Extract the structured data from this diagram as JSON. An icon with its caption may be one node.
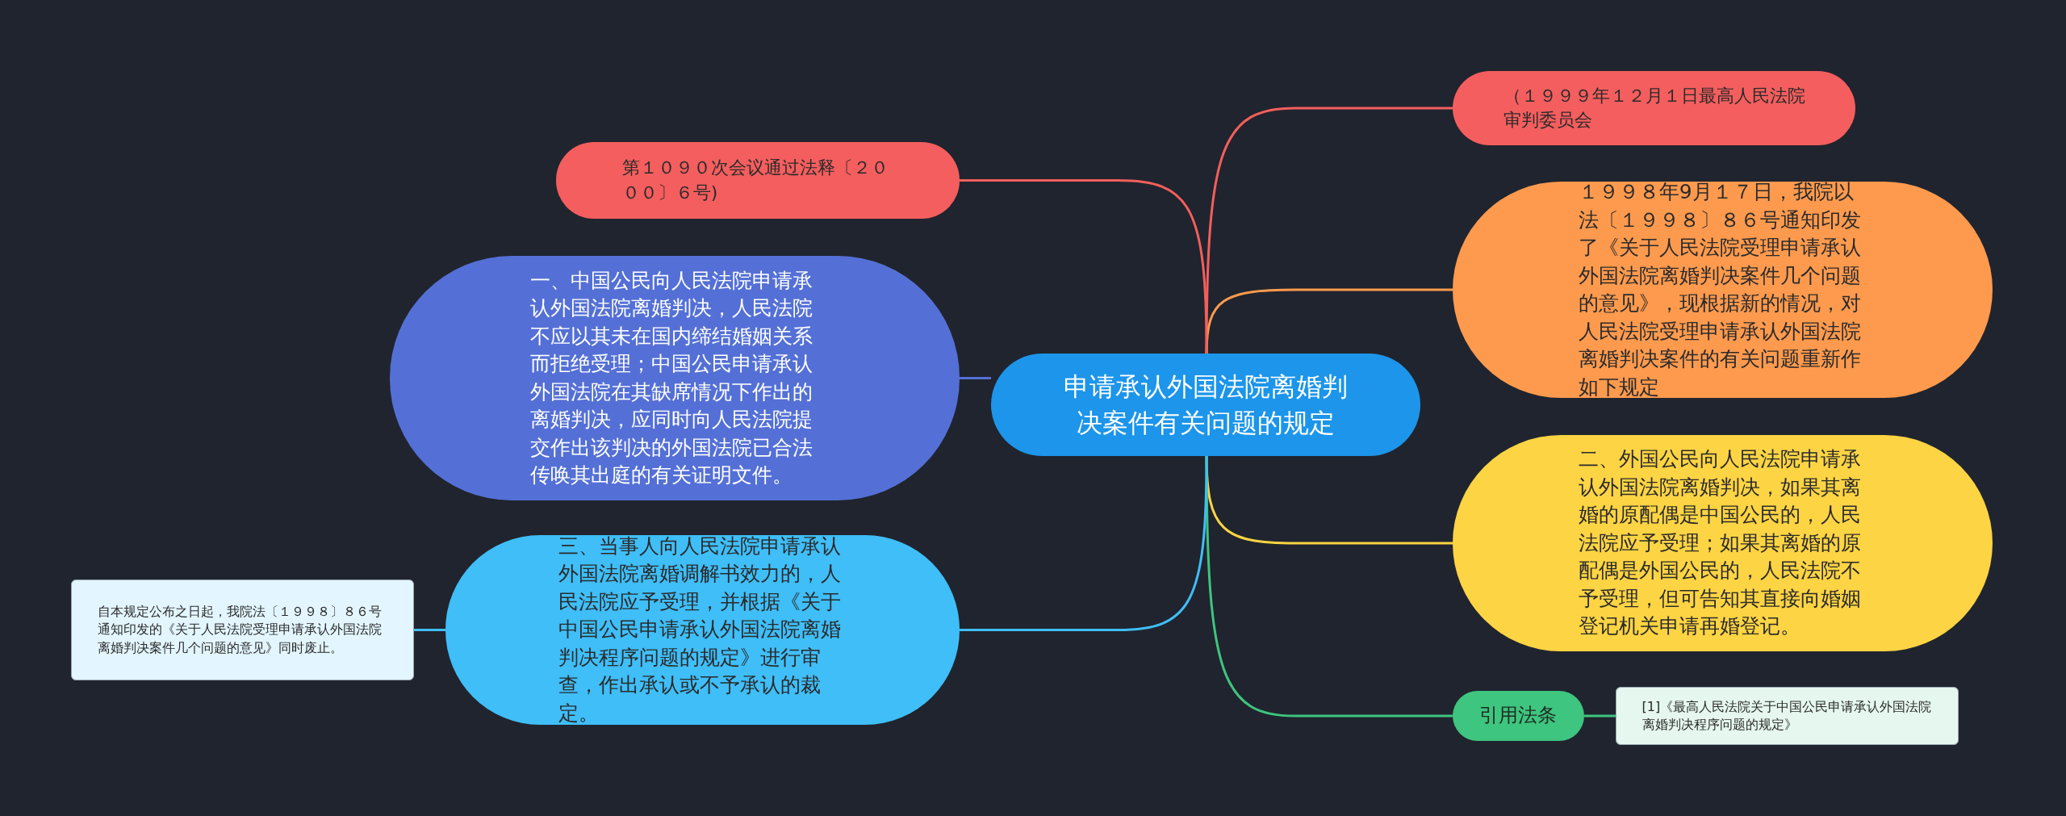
{
  "diagram": {
    "nodes": [
      {
        "text": [
          "申请承认外国法院离婚判决案件有关问题的规定"
        ]
      },
      {
        "text": [
          "（１９９９年１２月１日最高人民法院审判委员会"
        ]
      },
      {
        "text": [
          "１９９８年9月１７日，我院以法〔１９９８〕８６号通知印发了《关于人民法院受理申请承认外国法院离婚判决案件几个问题的意见》，现根据新的情况，对人民法院受理申请承认外国法院离婚判决案件的有关问题重新作如下规定"
        ]
      },
      {
        "text": [
          "二、外国公民向人民法院申请承认外国法院离婚判决，如果其离婚的原配偶是中国公民的，人民法院应予受理；如果其离婚的原配偶是外国公民的，人民法院不予受理，但可告知其直接向婚姻登记机关申请再婚登记。"
        ]
      },
      {
        "text": [
          "引用法条"
        ]
      },
      {
        "text": [
          "[1]《最高人民法院关于中国公民申请承认外国法院离婚判决程序问题的规定》"
        ]
      },
      {
        "text": [
          "第１０９０次会议通过法释〔２０００〕６号)"
        ]
      },
      {
        "text": [
          "一、中国公民向人民法院申请承认外国法院离婚判决，人民法院不应以其未在国内缔结婚姻关系而拒绝受理；中国公民申请承认外国法院在其缺席情况下作出的离婚判决，应同时向人民法院提交作出该判决的外国法院已合法传唤其出庭的有关证明文件。"
        ]
      },
      {
        "text": [
          "三、当事人向人民法院申请承认外国法院离婚调解书效力的，人民法院应予受理，并根据《关于中国公民申请承认外国法院离婚判决程序问题的规定》进行审查，作出承认或不予承认的裁定。"
        ]
      },
      {
        "text": [
          "自本规定公布之日起，我院法〔１９９８〕８６号通知印发的《关于人民法院受理申请承认外国法院离婚判决案件几个问题的意见》同时废止。"
        ]
      }
    ],
    "edges": [
      {
        "from": 0,
        "to": 1,
        "arrow": "none",
        "color": "#f25f5c"
      },
      {
        "from": 0,
        "to": 2,
        "arrow": "none",
        "color": "#fd9a4e"
      },
      {
        "from": 0,
        "to": 3,
        "arrow": "none",
        "color": "#fdd443"
      },
      {
        "from": 0,
        "to": 4,
        "arrow": "none",
        "color": "#3ec57f"
      },
      {
        "from": 4,
        "to": 5,
        "arrow": "none",
        "color": "#3ec57f"
      },
      {
        "from": 0,
        "to": 6,
        "arrow": "none",
        "color": "#f25f5c"
      },
      {
        "from": 0,
        "to": 7,
        "arrow": "none",
        "color": "#5470d6"
      },
      {
        "from": 0,
        "to": 8,
        "arrow": "none",
        "color": "#3fbef8"
      },
      {
        "from": 8,
        "to": 9,
        "arrow": "none",
        "color": "#3fbef8"
      }
    ]
  }
}
